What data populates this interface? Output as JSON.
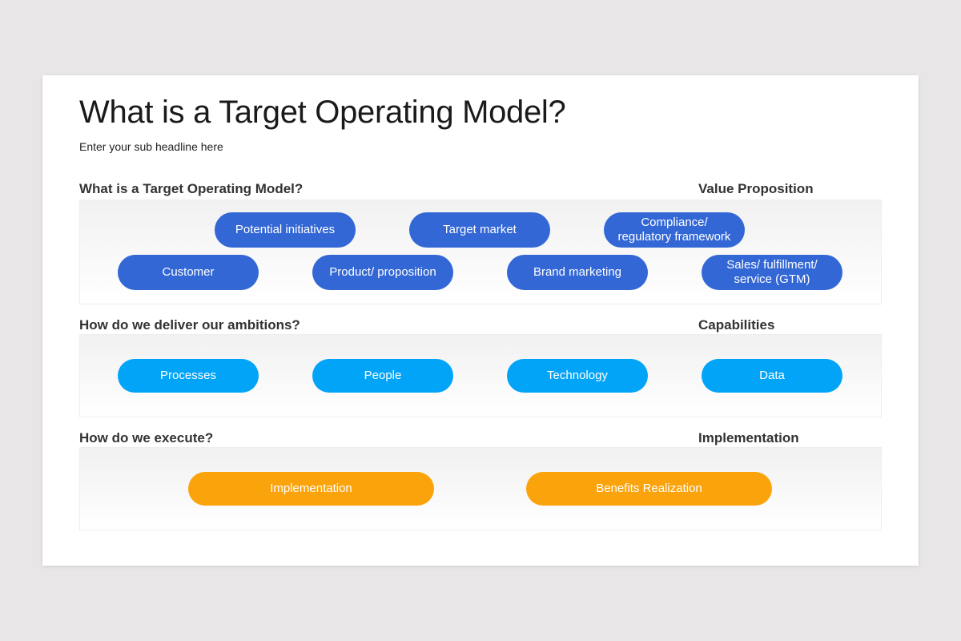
{
  "slide": {
    "title": "What is a Target Operating Model?",
    "subtitle": "Enter your sub headline here"
  },
  "sections": [
    {
      "left_label": "What is a Target Operating Model?",
      "right_label": "Value Proposition",
      "color": "#3367d6",
      "items": [
        {
          "label": "Potential initiatives"
        },
        {
          "label": "Target market"
        },
        {
          "label": "Compliance/ regulatory framework",
          "lines": [
            "Compliance/",
            "regulatory framework"
          ]
        },
        {
          "label": "Customer"
        },
        {
          "label": "Product/ proposition"
        },
        {
          "label": "Brand marketing"
        },
        {
          "label": "Sales/ fulfillment/ service (GTM)",
          "lines": [
            "Sales/ fulfillment/",
            "service (GTM)"
          ]
        }
      ]
    },
    {
      "left_label": "How do we deliver our ambitions?",
      "right_label": "Capabilities",
      "color": "#02a4f8",
      "items": [
        {
          "label": "Processes"
        },
        {
          "label": "People"
        },
        {
          "label": "Technology"
        },
        {
          "label": "Data"
        }
      ]
    },
    {
      "left_label": "How do we execute?",
      "right_label": "Implementation",
      "color": "#fba30a",
      "items": [
        {
          "label": "Implementation"
        },
        {
          "label": "Benefits Realization"
        }
      ]
    }
  ]
}
